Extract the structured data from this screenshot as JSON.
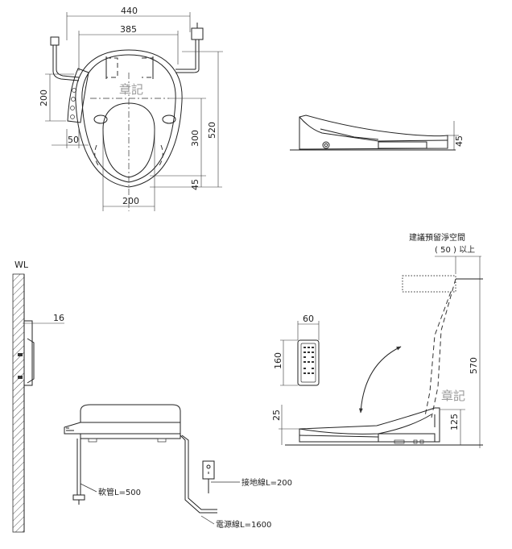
{
  "top_view": {
    "dim_width_overall": "440",
    "dim_width_inner": "385",
    "dim_side_height": "200",
    "dim_side_offset": "50",
    "dim_bowl_width": "200",
    "dim_bowl_length": "300",
    "dim_front_offset": "45",
    "dim_total_length": "520",
    "watermark": "章記"
  },
  "side_view": {
    "dim_height": "45"
  },
  "remote": {
    "dim_width": "60",
    "dim_height": "160"
  },
  "install_view": {
    "wall_label": "WL",
    "dim_wall_gap": "16",
    "hose_label": "軟管L=500",
    "ground_wire_label": "接地線L=200",
    "power_cord_label": "電源線L=1600"
  },
  "lid_view": {
    "clearance_note_line1": "建議預留淨空間",
    "clearance_note_line2": "( 50 ) 以上",
    "dim_open_height": "570",
    "dim_seat_height": "125",
    "dim_base_height": "25",
    "watermark": "章記"
  }
}
